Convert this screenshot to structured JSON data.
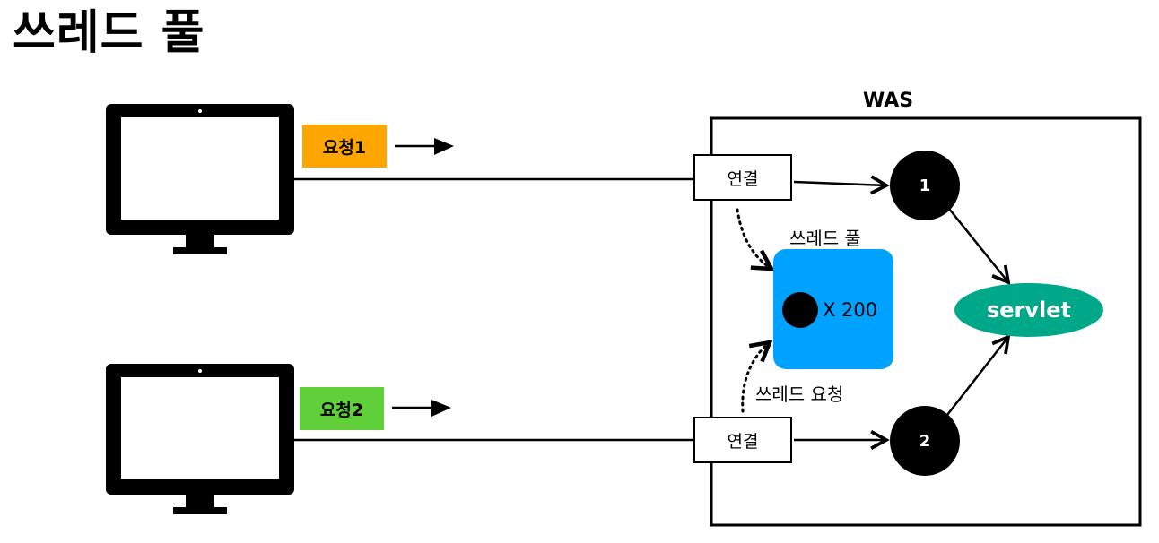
{
  "title": "쓰레드 풀",
  "was_label": "WAS",
  "requests": [
    {
      "label": "요청1",
      "color": "#FFA500"
    },
    {
      "label": "요청2",
      "color": "#5FCF3A"
    }
  ],
  "connection_label": "연결",
  "nodes": [
    "1",
    "2"
  ],
  "servlet": {
    "label": "servlet",
    "color": "#00A88A"
  },
  "thread_pool": {
    "label": "쓰레드 풀",
    "count_label": "X 200",
    "color": "#00A2FF"
  },
  "thread_request_label": "쓰레드 요청"
}
